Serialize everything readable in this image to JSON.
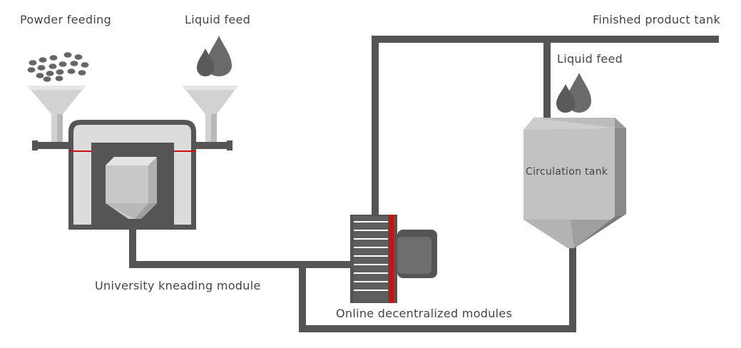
{
  "labels": {
    "powder_feeding": "Powder feeding",
    "liquid_feed_left": "Liquid feed",
    "finished_product_tank": "Finished product tank",
    "liquid_feed_right": "Liquid feed",
    "circulation_tank": "Circulation tank",
    "kneading_module": "University kneading module",
    "decentralized_modules": "Online decentralized modules"
  },
  "colors": {
    "pipe": "#555555",
    "equipment_light": "#cccccc",
    "equipment_dark": "#555555",
    "accent_red": "#cc1111",
    "drop": "#6a6a6a",
    "pellet": "#666666"
  },
  "icons": [
    "powder-pellets-icon",
    "liquid-drops-icon",
    "funnel-icon"
  ]
}
